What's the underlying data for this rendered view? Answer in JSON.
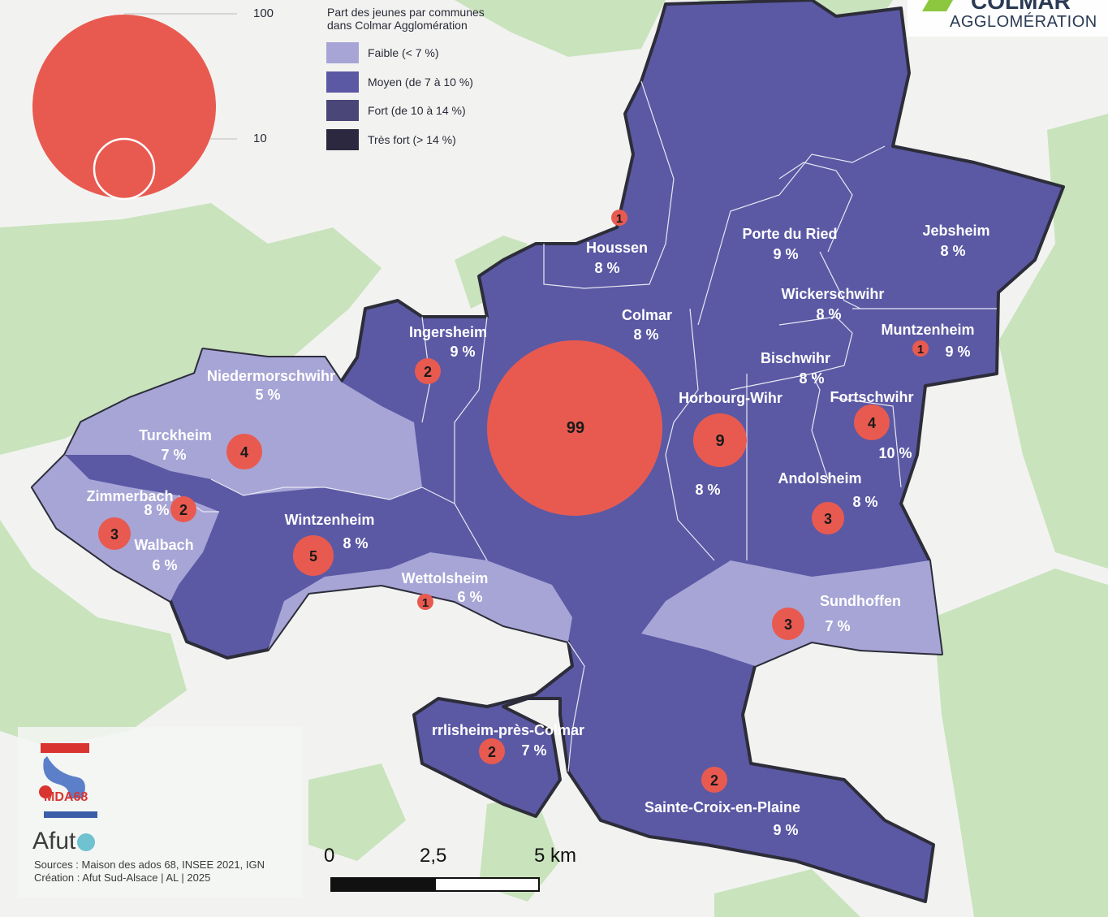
{
  "legend": {
    "title_line1": "Part des jeunes par communes",
    "title_line2": "dans Colmar Agglomération",
    "classes": [
      {
        "label": "Faible (< 7 %)",
        "color": "#a7a5d6"
      },
      {
        "label": "Moyen (de 7 à 10 %)",
        "color": "#5b59a4"
      },
      {
        "label": "Fort (de 10 à 14 %)",
        "color": "#4a4677"
      },
      {
        "label": "Très fort (> 14 %)",
        "color": "#2c2840"
      }
    ],
    "size_values": [
      "100",
      "10"
    ],
    "circle_color": "#e85a50"
  },
  "communes": [
    {
      "name": "Houssen",
      "pct": "8 %"
    },
    {
      "name": "Porte du Ried",
      "pct": "9 %"
    },
    {
      "name": "Jebsheim",
      "pct": "8 %"
    },
    {
      "name": "Wickerschwihr",
      "pct": "8 %"
    },
    {
      "name": "Colmar",
      "pct": "8 %"
    },
    {
      "name": "Muntzenheim",
      "pct": "9 %"
    },
    {
      "name": "Ingersheim",
      "pct": "9 %"
    },
    {
      "name": "Bischwihr",
      "pct": "8 %"
    },
    {
      "name": "Niedermorschwihr",
      "pct": "5 %"
    },
    {
      "name": "Horbourg-Wihr",
      "pct": "8 %"
    },
    {
      "name": "Fortschwihr",
      "pct": "10 %"
    },
    {
      "name": "Turckheim",
      "pct": "7 %"
    },
    {
      "name": "Andolsheim",
      "pct": "8 %"
    },
    {
      "name": "Zimmerbach",
      "pct": "8 %"
    },
    {
      "name": "Wintzenheim",
      "pct": "8 %"
    },
    {
      "name": "Walbach",
      "pct": "6 %"
    },
    {
      "name": "Wettolsheim",
      "pct": "6 %"
    },
    {
      "name": "Sundhoffen",
      "pct": "7 %"
    },
    {
      "name": "rrlisheim-près-Colmar",
      "pct": "7 %"
    },
    {
      "name": "Sainte-Croix-en-Plaine",
      "pct": "9 %"
    }
  ],
  "counts": [
    {
      "commune": "Houssen",
      "value": 1
    },
    {
      "commune": "Ingersheim",
      "value": 2
    },
    {
      "commune": "Colmar",
      "value": 99
    },
    {
      "commune": "Horbourg-Wihr",
      "value": 9
    },
    {
      "commune": "Muntzenheim",
      "value": 1
    },
    {
      "commune": "Fortschwihr",
      "value": 4
    },
    {
      "commune": "Turckheim",
      "value": 4
    },
    {
      "commune": "Zimmerbach",
      "value": 2
    },
    {
      "commune": "Walbach",
      "value": 3
    },
    {
      "commune": "Wintzenheim",
      "value": 5
    },
    {
      "commune": "Andolsheim",
      "value": 3
    },
    {
      "commune": "Wettolsheim",
      "value": 1
    },
    {
      "commune": "Sundhoffen",
      "value": 3
    },
    {
      "commune": "rrlisheim-près-Colmar",
      "value": 2
    },
    {
      "commune": "Sainte-Croix-en-Plaine",
      "value": 2
    }
  ],
  "scale": {
    "label_0": "0",
    "label_mid": "2,5",
    "label_end": "5 km"
  },
  "credits": {
    "sources": "Sources : Maison des ados 68, INSEE 2021, IGN",
    "creation": "Création : Afut Sud-Alsace | AL | 2025",
    "afut_logo": "Afut",
    "mda_logo": "MDA68"
  },
  "brand": {
    "line1": "COLMAR",
    "line2": "AGGLOMÉRATION"
  }
}
